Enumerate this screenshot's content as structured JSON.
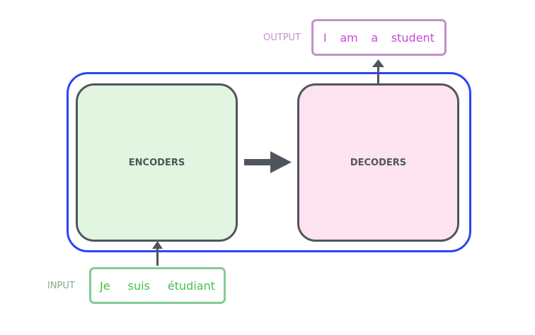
{
  "encoders": {
    "label": "ENCODERS"
  },
  "decoders": {
    "label": "DECODERS"
  },
  "input": {
    "label": "INPUT",
    "words": [
      "Je",
      "suis",
      "étudiant"
    ]
  },
  "output": {
    "label": "OUTPUT",
    "words": [
      "I",
      "am",
      "a",
      "student"
    ]
  },
  "colors": {
    "frame": "#2b45f5",
    "encoder_fill": "#e2f5e0",
    "decoder_fill": "#fde3f0",
    "input": "#43c346",
    "output": "#c949d6",
    "arrow": "#50555c"
  }
}
